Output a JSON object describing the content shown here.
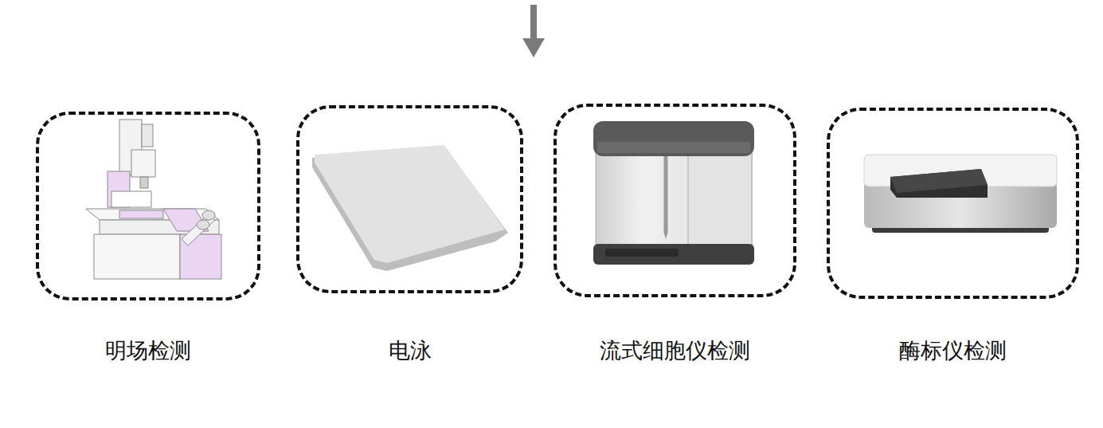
{
  "diagram": {
    "nodes": [
      {
        "text": [
          "明场检测"
        ]
      },
      {
        "text": [
          "电泳"
        ]
      },
      {
        "text": [
          "流式细胞仪检测"
        ]
      },
      {
        "text": [
          "酶标仪检测"
        ]
      }
    ]
  }
}
